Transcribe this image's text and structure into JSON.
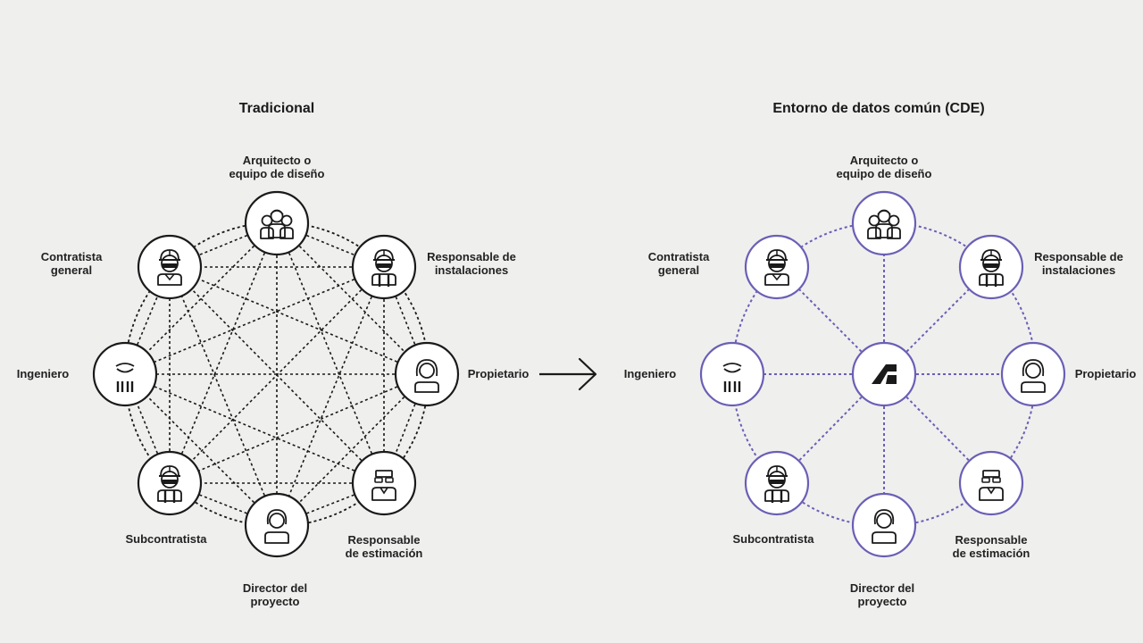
{
  "colors": {
    "background": "#efefee",
    "traditional_stroke": "#1a1a1a",
    "cde_stroke": "#6a5fb5",
    "cde_lines": "#6a5fb5"
  },
  "traditional": {
    "title": "Tradicional",
    "nodes": [
      {
        "id": "arquitecto",
        "label": "Arquitecto o\nequipo de diseño",
        "icon": "design-team-icon"
      },
      {
        "id": "instalaciones",
        "label": "Responsable de\ninstalaciones",
        "icon": "worker-helmet-vest-icon"
      },
      {
        "id": "propietario",
        "label": "Propietario",
        "icon": "owner-woman-icon"
      },
      {
        "id": "estimacion",
        "label": "Responsable\nde estimación",
        "icon": "estimator-glasses-icon"
      },
      {
        "id": "director",
        "label": "Director del\nproyecto",
        "icon": "project-director-icon"
      },
      {
        "id": "subcontratista",
        "label": "Subcontratista",
        "icon": "subcontractor-helmet-icon"
      },
      {
        "id": "ingeniero",
        "label": "Ingeniero",
        "icon": "engineer-icon"
      },
      {
        "id": "contratista",
        "label": "Contratista\ngeneral",
        "icon": "contractor-helmet-icon"
      }
    ]
  },
  "arrow": {
    "icon": "arrow-right-icon"
  },
  "cde": {
    "title": "Entorno de datos común (CDE)",
    "hub_icon": "autodesk-logo-icon",
    "nodes": [
      {
        "id": "arquitecto",
        "label": "Arquitecto o\nequipo de diseño",
        "icon": "design-team-icon"
      },
      {
        "id": "instalaciones",
        "label": "Responsable de\ninstalaciones",
        "icon": "worker-helmet-vest-icon"
      },
      {
        "id": "propietario",
        "label": "Propietario",
        "icon": "owner-woman-icon"
      },
      {
        "id": "estimacion",
        "label": "Responsable\nde estimación",
        "icon": "estimator-glasses-icon"
      },
      {
        "id": "director",
        "label": "Director del\nproyecto",
        "icon": "project-director-icon"
      },
      {
        "id": "subcontratista",
        "label": "Subcontratista",
        "icon": "subcontractor-helmet-icon"
      },
      {
        "id": "ingeniero",
        "label": "Ingeniero",
        "icon": "engineer-icon"
      },
      {
        "id": "contratista",
        "label": "Contratista\ngeneral",
        "icon": "contractor-helmet-icon"
      }
    ]
  }
}
